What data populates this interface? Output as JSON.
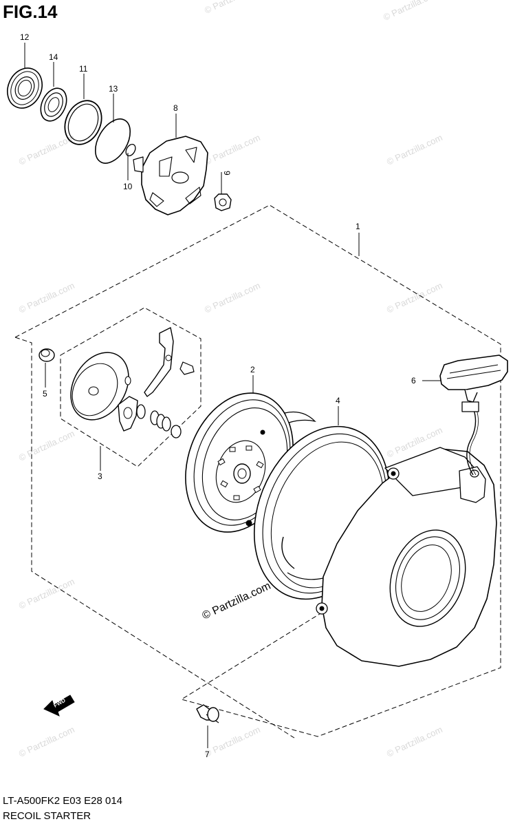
{
  "figure": {
    "title": "FIG.14",
    "model_code": "LT-A500FK2 E03 E28 014",
    "section_title": "RECOIL STARTER"
  },
  "callouts": [
    {
      "id": "part-1",
      "label": "1"
    },
    {
      "id": "part-2",
      "label": "2"
    },
    {
      "id": "part-3",
      "label": "3"
    },
    {
      "id": "part-4",
      "label": "4"
    },
    {
      "id": "part-5",
      "label": "5"
    },
    {
      "id": "part-6",
      "label": "6"
    },
    {
      "id": "part-7",
      "label": "7"
    },
    {
      "id": "part-8",
      "label": "8"
    },
    {
      "id": "part-9",
      "label": "9"
    },
    {
      "id": "part-10",
      "label": "10"
    },
    {
      "id": "part-11",
      "label": "11"
    },
    {
      "id": "part-12",
      "label": "12"
    },
    {
      "id": "part-13",
      "label": "13"
    },
    {
      "id": "part-14",
      "label": "14"
    }
  ],
  "direction_marker": "FWD",
  "watermark": {
    "text": "© Partzilla.com",
    "color": "#d9d9d9"
  }
}
